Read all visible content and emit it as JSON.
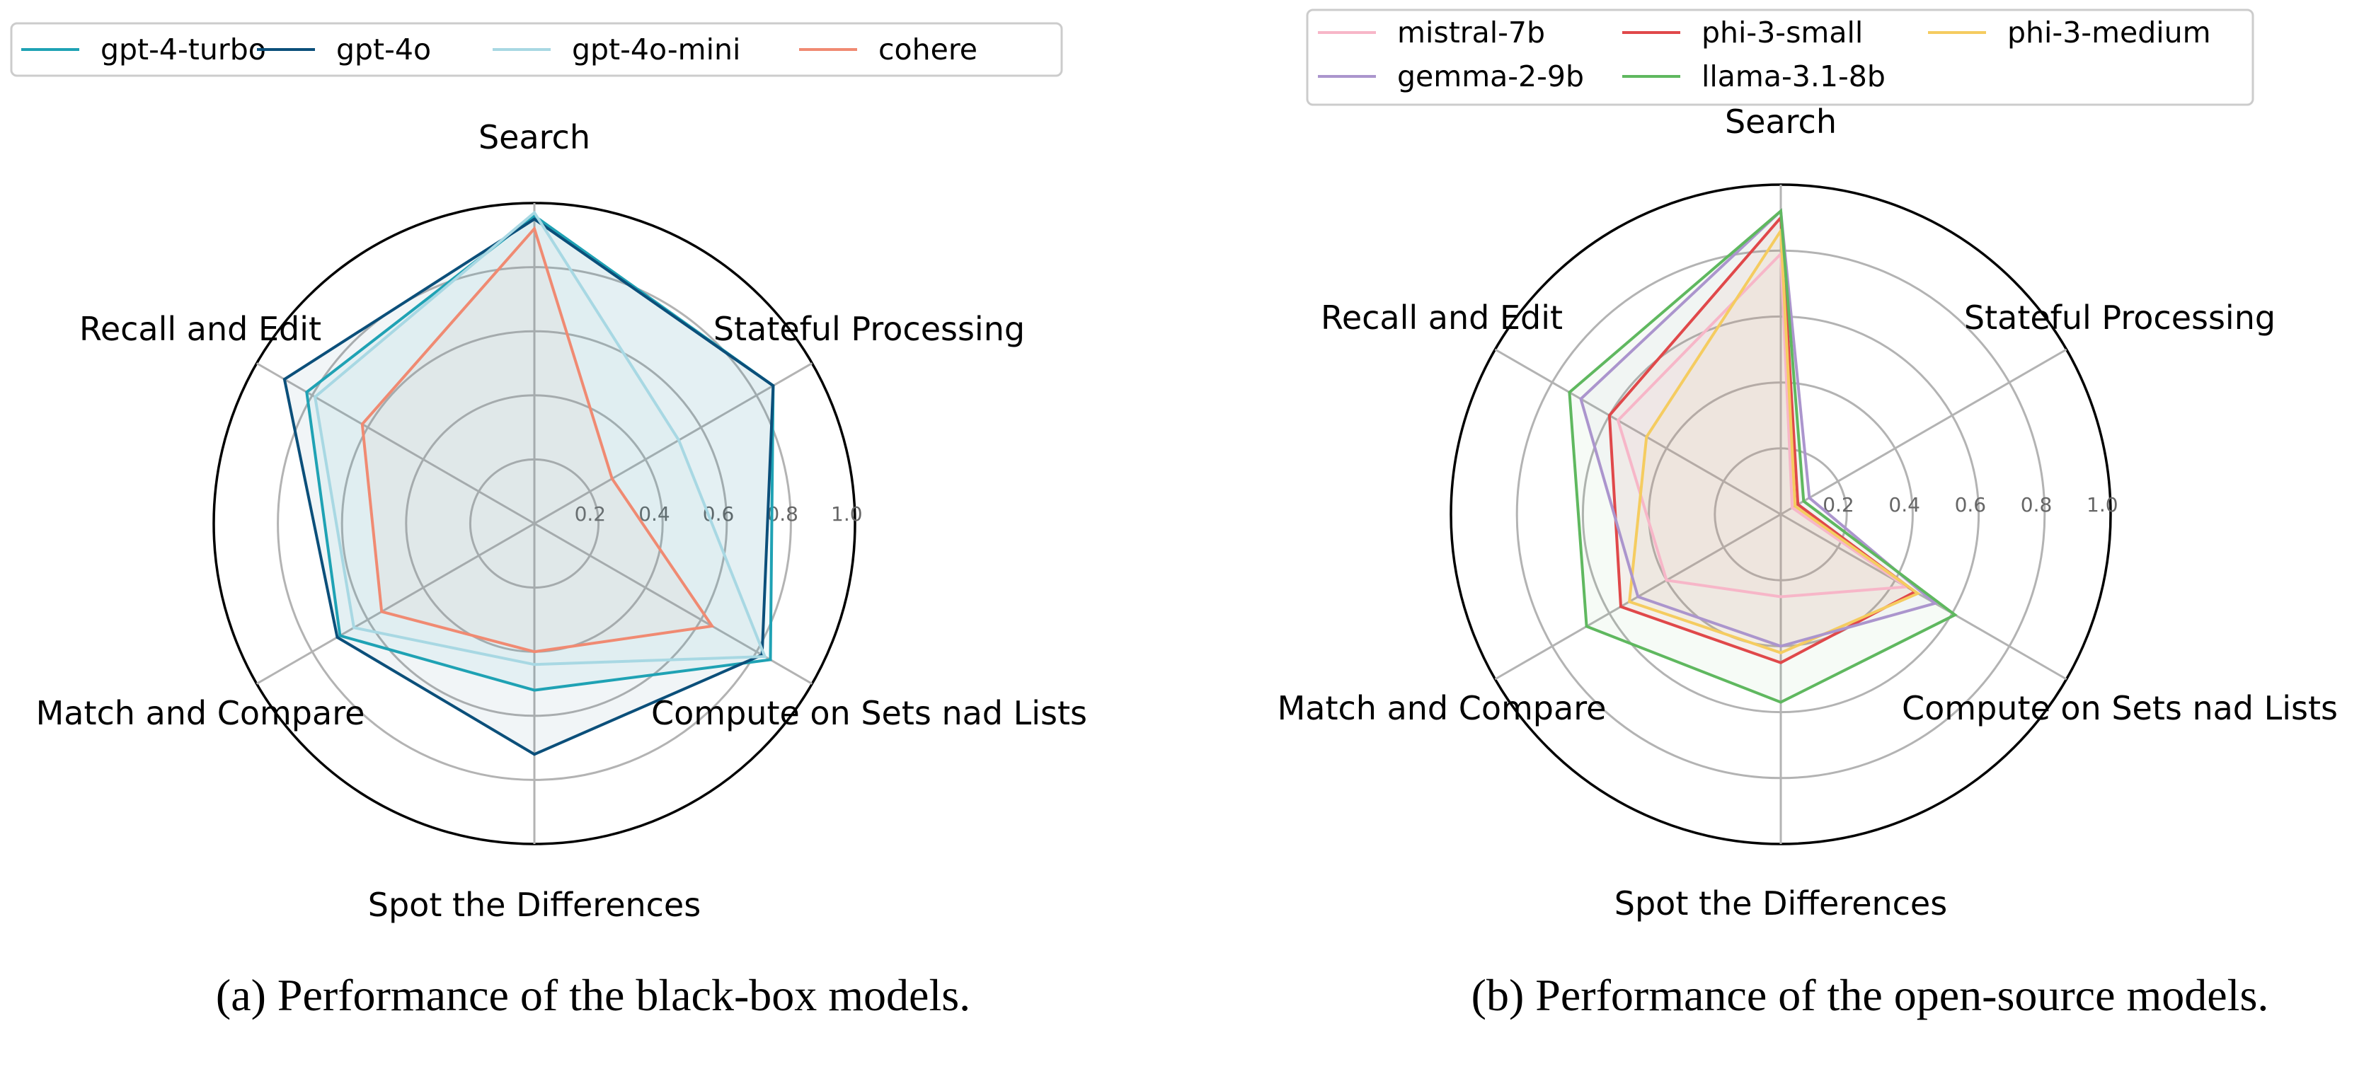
{
  "captions": [
    "(a) Performance of the black-box models.",
    "(b) Performance of the open-source models."
  ],
  "chart_data": [
    {
      "type": "radar",
      "axes": [
        "Search",
        "Stateful Processing",
        "Compute on Sets nad Lists",
        "Spot the Differences",
        "Match and Compare",
        "Recall and Edit"
      ],
      "rlim": [
        0,
        1.0
      ],
      "r_ticks": [
        "0.2",
        "0.4",
        "0.6",
        "0.8",
        "1.0"
      ],
      "grid": true,
      "legend_position": "top",
      "series": [
        {
          "name": "gpt-4-turbo",
          "color": "#1fa2b4",
          "values": [
            0.96,
            0.86,
            0.85,
            0.52,
            0.7,
            0.82
          ]
        },
        {
          "name": "gpt-4o",
          "color": "#0b4f7a",
          "values": [
            0.95,
            0.86,
            0.82,
            0.72,
            0.71,
            0.9
          ]
        },
        {
          "name": "gpt-4o-mini",
          "color": "#a8d8e3",
          "values": [
            0.97,
            0.52,
            0.83,
            0.44,
            0.65,
            0.79
          ]
        },
        {
          "name": "cohere",
          "color": "#f08a72",
          "values": [
            0.92,
            0.28,
            0.64,
            0.4,
            0.55,
            0.62
          ]
        }
      ]
    },
    {
      "type": "radar",
      "axes": [
        "Search",
        "Stateful Processing",
        "Compute on Sets nad Lists",
        "Spot the Differences",
        "Match and Compare",
        "Recall and Edit"
      ],
      "rlim": [
        0,
        1.0
      ],
      "r_ticks": [
        "0.2",
        "0.4",
        "0.6",
        "0.8",
        "1.0"
      ],
      "grid": true,
      "legend_position": "top",
      "series": [
        {
          "name": "mistral-7b",
          "color": "#f7b6c8",
          "values": [
            0.79,
            0.04,
            0.44,
            0.25,
            0.4,
            0.57
          ]
        },
        {
          "name": "phi-3-small",
          "color": "#e0484a",
          "values": [
            0.9,
            0.06,
            0.47,
            0.45,
            0.56,
            0.6
          ]
        },
        {
          "name": "phi-3-medium",
          "color": "#f5cc60",
          "values": [
            0.86,
            0.05,
            0.48,
            0.42,
            0.53,
            0.47
          ]
        },
        {
          "name": "gemma-2-9b",
          "color": "#ab95cd",
          "values": [
            0.92,
            0.1,
            0.54,
            0.4,
            0.5,
            0.7
          ]
        },
        {
          "name": "llama-3.1-8b",
          "color": "#5fb85f",
          "values": [
            0.92,
            0.08,
            0.61,
            0.57,
            0.68,
            0.74
          ]
        }
      ]
    }
  ]
}
